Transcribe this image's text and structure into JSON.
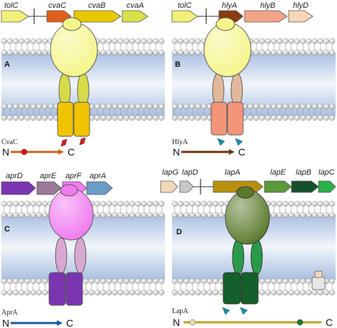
{
  "colors": {
    "background": "#ffffff",
    "membrane_gradient_dark": "#a9bfe0",
    "membrane_gradient_light": "#f2f6fb",
    "lipid_head": "#e8e8e8",
    "tolc_yellow": "#f5f58a"
  },
  "panels": [
    {
      "id": "A",
      "letter": "A",
      "protein": "CvaC",
      "genes": [
        {
          "name": "tolC",
          "color": "#f2f07a"
        },
        {
          "name": "cvaC",
          "color": "#e0601c"
        },
        {
          "name": "cvaB",
          "color": "#e8c800"
        },
        {
          "name": "cvaA",
          "color": "#d8e04a"
        }
      ],
      "tolc_color": "#f5f58a",
      "adaptor_color": "#d6db4a",
      "transporter_color": "#f0c400",
      "substrate_color": "#cc2020",
      "chain_color": "#c8671c",
      "n_terminus": "N",
      "c_terminus": "C"
    },
    {
      "id": "B",
      "letter": "B",
      "protein": "HlyA",
      "genes": [
        {
          "name": "tolC",
          "color": "#f2f07a"
        },
        {
          "name": "hlyA",
          "color": "#8a3c12"
        },
        {
          "name": "hlyB",
          "color": "#f2a48a"
        },
        {
          "name": "hlyD",
          "color": "#f6d6b8"
        }
      ],
      "tolc_color": "#f5f58a",
      "adaptor_color": "#e0b89a",
      "transporter_color": "#f4957a",
      "substrate_color": "#1a8fa8",
      "chain_color": "#6b3410",
      "n_terminus": "N",
      "c_terminus": "C"
    },
    {
      "id": "C",
      "letter": "C",
      "protein": "AprA",
      "genes": [
        {
          "name": "aprD",
          "color": "#7a35b0"
        },
        {
          "name": "aprE",
          "color": "#9a7a98"
        },
        {
          "name": "aprF",
          "color": "#f07af0"
        },
        {
          "name": "aprA",
          "color": "#6a9cc8"
        }
      ],
      "tolc_color": "#f07af0",
      "adaptor_color": "#d8a8d0",
      "transporter_color": "#7a35b0",
      "substrate_color": "#1a6fb0",
      "chain_color": "#1a5a9a",
      "n_terminus": "N",
      "c_terminus": "C"
    },
    {
      "id": "D",
      "letter": "D",
      "protein": "LapA",
      "genes": [
        {
          "name": "lapG",
          "color": "#f0d8b8"
        },
        {
          "name": "lapD",
          "color": "#c8c8c8"
        },
        {
          "name": "lapA",
          "color": "#b8900e"
        },
        {
          "name": "lapE",
          "color": "#5a9a3a"
        },
        {
          "name": "lapB",
          "color": "#14502a"
        },
        {
          "name": "lapC",
          "color": "#2ab04a"
        }
      ],
      "tolc_color": "#5a7a2a",
      "adaptor_color": "#2a9a4a",
      "transporter_color": "#14602a",
      "substrate_color": "#1a8fa8",
      "chain_color": "#c8a020",
      "n_terminus": "N",
      "c_terminus": "C"
    }
  ]
}
